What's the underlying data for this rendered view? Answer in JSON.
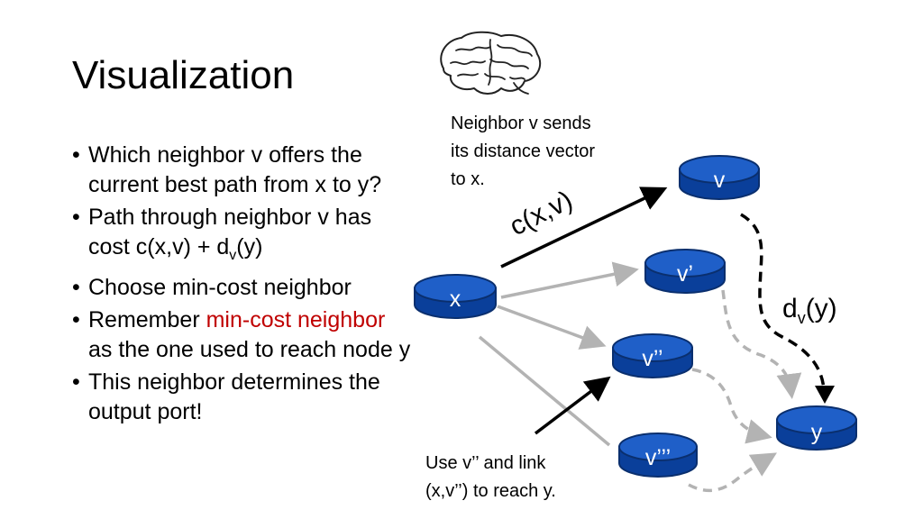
{
  "title": "Visualization",
  "bullets": {
    "b1": "Which neighbor v offers the current best path from x to y?",
    "b2_pre": "Path through neighbor v has cost c(x,v) + d",
    "b2_sub": "v",
    "b2_post": "(y)",
    "b3": "Choose min-cost neighbor",
    "b4_pre": "Remember ",
    "b4_red": "min-cost neighbor",
    "b4_post": " as the one used to reach node y",
    "b5": "This neighbor determines the output port!"
  },
  "notes": {
    "top_line1": "Neighbor v sends",
    "top_line2": "its distance vector",
    "top_line3": "to x.",
    "bottom_line1": "Use v’’ and link",
    "bottom_line2": "(x,v’’) to reach y."
  },
  "nodes": {
    "x": "x",
    "v": "v",
    "v1": "v’",
    "v2": "v’’",
    "v3": "v’’’",
    "y": "y"
  },
  "labels": {
    "cxv": "c(x,v)",
    "dv_main": "d",
    "dv_sub": "v",
    "dv_post": "(y)"
  },
  "colors": {
    "node_fill": "#1f5fc8",
    "node_stroke": "#0a2f6e",
    "gray_arrow": "#b3b3b3",
    "highlight_text": "#c00000"
  }
}
